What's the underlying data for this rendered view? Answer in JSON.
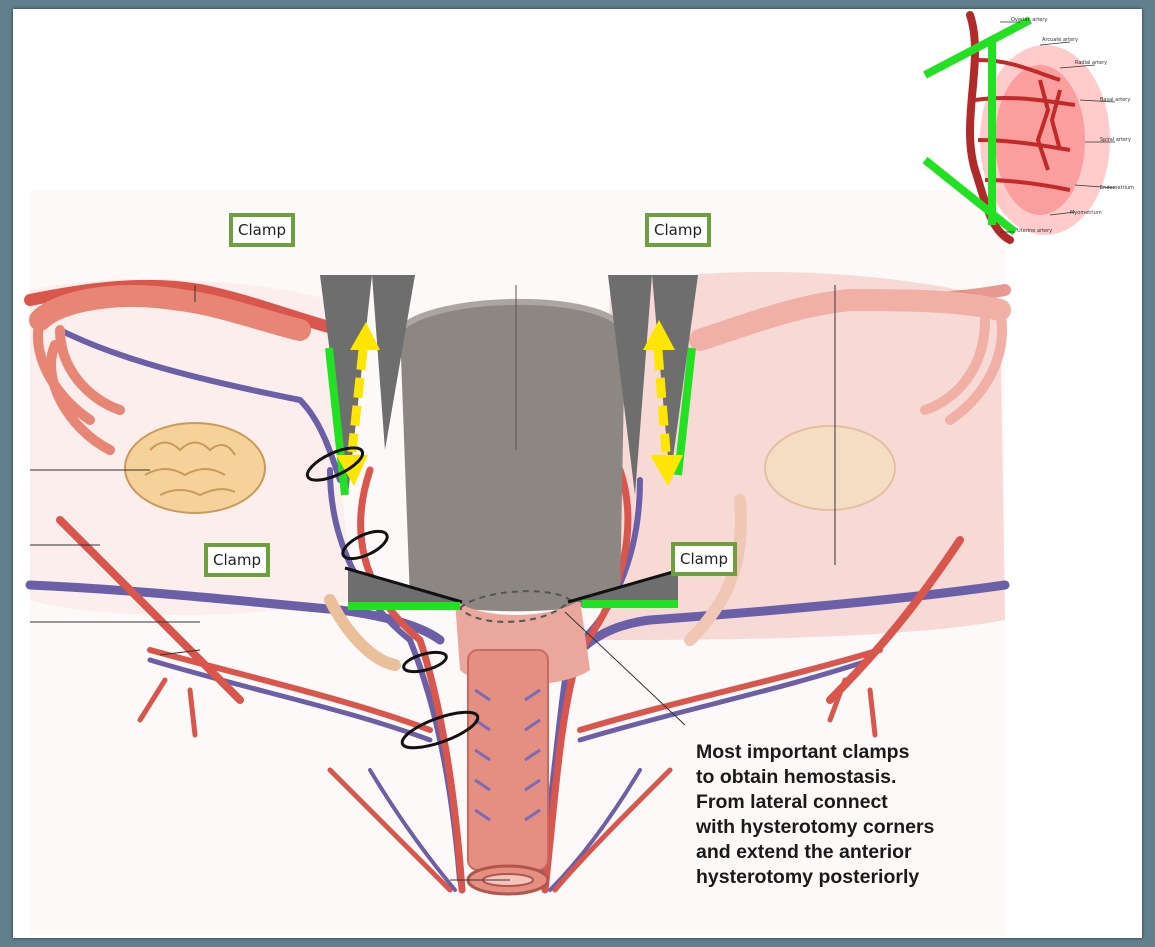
{
  "clamp_labels": [
    {
      "id": "clamp-top-left",
      "text": "Clamp"
    },
    {
      "id": "clamp-top-right",
      "text": "Clamp"
    },
    {
      "id": "clamp-mid-left",
      "text": "Clamp"
    },
    {
      "id": "clamp-mid-right",
      "text": "Clamp"
    }
  ],
  "caption": {
    "lines": [
      "Most important clamps",
      "to obtain hemostasis.",
      "From lateral connect",
      "with hysterotomy corners",
      "and extend the anterior",
      "hysterotomy posteriorly"
    ]
  },
  "inset": {
    "labels": [
      "Ovarian artery",
      "Arcuate artery",
      "Radial artery",
      "Basal artery",
      "Spiral artery",
      "Endometrium",
      "Myometrium",
      "Uterine artery"
    ]
  },
  "colors": {
    "slide_border": "#617f8c",
    "clamp_box_border": "#6ba03d",
    "green_marker": "#22e022",
    "yellow_arrow": "#ffe600",
    "clamp_gray": "#6e6e6e",
    "artery": "#d8564b",
    "vein": "#6b5fa8",
    "uterus": "#e9a59c"
  }
}
